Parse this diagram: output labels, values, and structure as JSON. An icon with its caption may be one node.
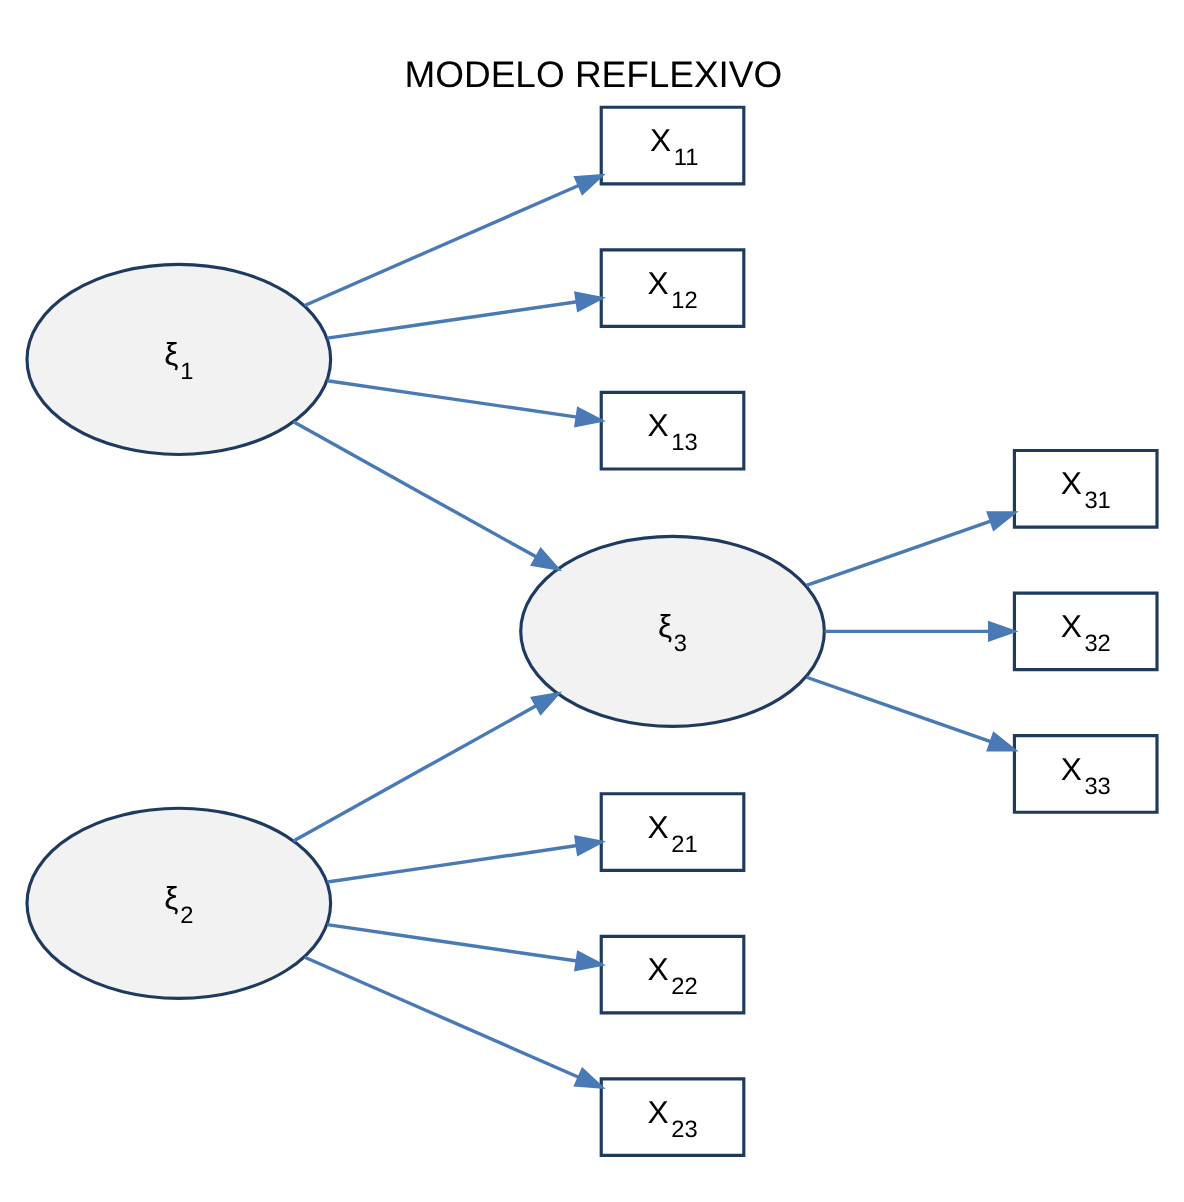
{
  "diagram": {
    "title": "MODELO REFLEXIVO",
    "nodes": [
      {
        "text": [
          "ξ$_{1}$"
        ]
      },
      {
        "text": [
          "X$_{11}$"
        ]
      },
      {
        "text": [
          "X$_{12}$"
        ]
      },
      {
        "text": [
          "X$_{13}$"
        ]
      },
      {
        "text": [
          "ξ$_{2}$"
        ]
      },
      {
        "text": [
          "X$_{21}$"
        ]
      },
      {
        "text": [
          "X$_{22}$"
        ]
      },
      {
        "text": [
          "X$_{23}$"
        ]
      },
      {
        "text": [
          "ξ$_{3}$"
        ]
      },
      {
        "text": [
          "X$_{31}$"
        ]
      },
      {
        "text": [
          "X$_{32}$"
        ]
      },
      {
        "text": [
          "X$_{33}$"
        ]
      }
    ],
    "edges": [
      {
        "from": 0,
        "to": 1,
        "arrow": "to"
      },
      {
        "from": 0,
        "to": 2,
        "arrow": "to"
      },
      {
        "from": 0,
        "to": 3,
        "arrow": "to"
      },
      {
        "from": 0,
        "to": 8,
        "arrow": "to"
      },
      {
        "from": 4,
        "to": 8,
        "arrow": "to"
      },
      {
        "from": 4,
        "to": 5,
        "arrow": "to"
      },
      {
        "from": 4,
        "to": 6,
        "arrow": "to"
      },
      {
        "from": 4,
        "to": 7,
        "arrow": "to"
      },
      {
        "from": 8,
        "to": 9,
        "arrow": "to"
      },
      {
        "from": 8,
        "to": 10,
        "arrow": "to"
      },
      {
        "from": 8,
        "to": 11,
        "arrow": "to"
      }
    ]
  }
}
